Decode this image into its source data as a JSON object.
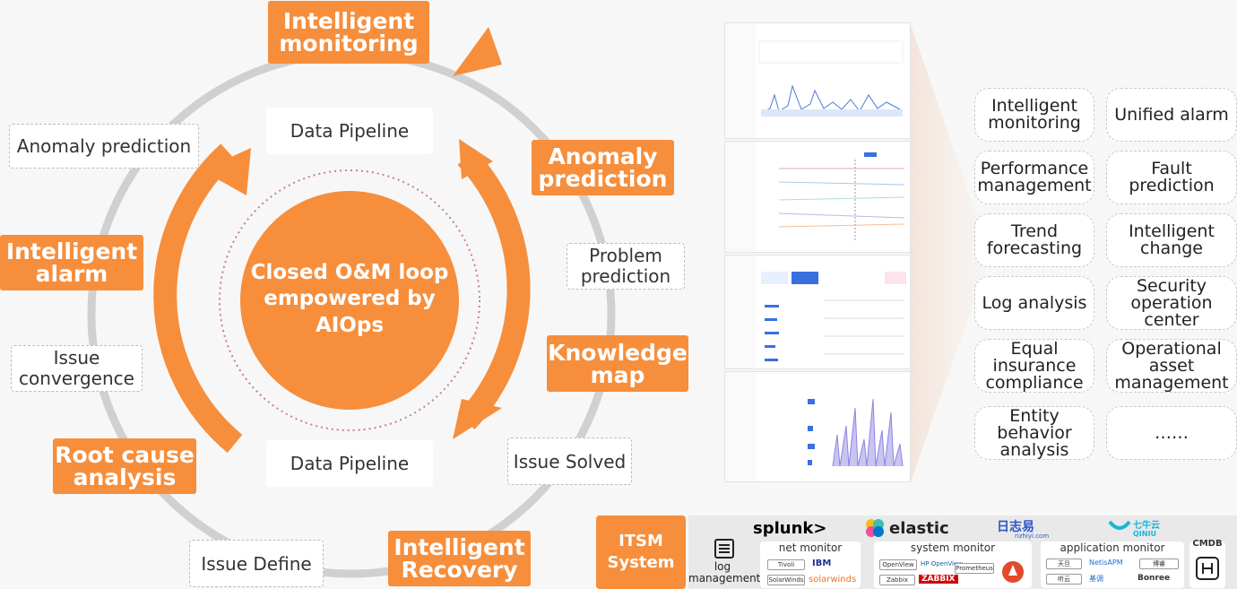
{
  "cycle": {
    "center_text": "Closed O&M loop empowered by AIOps",
    "pipeline_top": "Data Pipeline",
    "pipeline_bottom": "Data Pipeline",
    "orange_labels": {
      "intelligent_monitoring": "Intelligent monitoring",
      "anomaly_prediction": "Anomaly prediction",
      "knowledge_map": "Knowledge map",
      "intelligent_recovery": "Intelligent Recovery",
      "root_cause_analysis": "Root cause analysis",
      "intelligent_alarm": "Intelligent alarm"
    },
    "white_labels": {
      "anomaly_prediction": "Anomaly prediction",
      "problem_prediction": "Problem prediction",
      "issue_solved": "Issue Solved",
      "issue_define": "Issue Define",
      "issue_convergence": "Issue convergence"
    }
  },
  "capabilities": [
    "Intelligent monitoring",
    "Unified alarm",
    "Performance management",
    "Fault prediction",
    "Trend forecasting",
    "Intelligent change",
    "Log analysis",
    "Security operation center",
    "Equal insurance compliance",
    "Operational asset management",
    "Entity behavior analysis",
    "……"
  ],
  "bottom": {
    "itsm_label": "ITSM System",
    "log_management_label": "log management",
    "logos": [
      "splunk>",
      "elastic",
      "日志易",
      "七牛云"
    ],
    "logo_subs": [
      "rizhiyi.com",
      "QINIU"
    ],
    "net_monitor_title": "net monitor",
    "net_monitor_items": [
      "Tivoli",
      "IBM",
      "SolarWinds",
      "solarwinds"
    ],
    "system_monitor_title": "system monitor",
    "system_monitor_items": [
      "OpenView",
      "HP OpenView",
      "Prometheus",
      "Zabbix",
      "ZABBIX"
    ],
    "application_monitor_title": "application monitor",
    "application_monitor_items": [
      "天旦",
      "NetisAPM",
      "博睿",
      "听云",
      "基调",
      "Bonree"
    ],
    "cmdb_title": "CMDB"
  },
  "colors": {
    "accent": "#f68e3c",
    "ring": "#cfcfcf",
    "bg": "#f7f7f7"
  }
}
